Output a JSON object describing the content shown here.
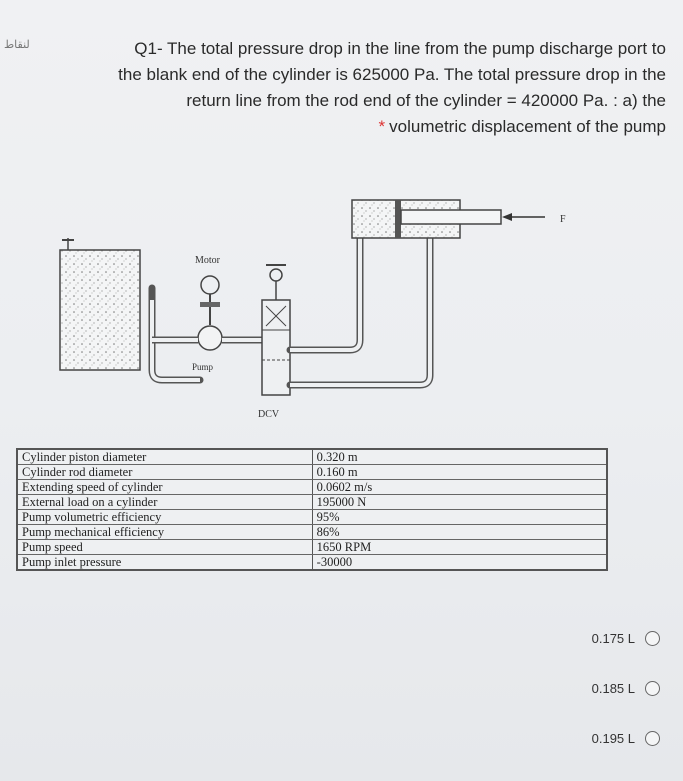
{
  "corner_mark": "لنقاط",
  "question": {
    "line1": "Q1- The total pressure drop in the line from the pump discharge port to",
    "line2": "the blank end of the cylinder is 625000 Pa. The total pressure drop in the",
    "line3": "return line from the rod end of the cylinder = 420000 Pa. : a) the",
    "line4": "volumetric displacement of the pump",
    "required_marker": "*"
  },
  "diagram": {
    "motor_label": "Motor",
    "pump_label": "Pump",
    "dcv_label": "DCV",
    "force_label": "F"
  },
  "table": {
    "rows": [
      {
        "label": "Cylinder piston diameter",
        "value": "0.320 m"
      },
      {
        "label": "Cylinder rod diameter",
        "value": "0.160 m"
      },
      {
        "label": "Extending speed of cylinder",
        "value": "0.0602 m/s"
      },
      {
        "label": "External load on a cylinder",
        "value": "195000 N"
      },
      {
        "label": "Pump volumetric efficiency",
        "value": "95%"
      },
      {
        "label": "Pump mechanical efficiency",
        "value": "86%"
      },
      {
        "label": "Pump speed",
        "value": "1650 RPM"
      },
      {
        "label": "Pump inlet pressure",
        "value": "-30000"
      }
    ]
  },
  "options": [
    {
      "label": "0.175 L"
    },
    {
      "label": "0.185 L"
    },
    {
      "label": "0.195 L"
    }
  ]
}
